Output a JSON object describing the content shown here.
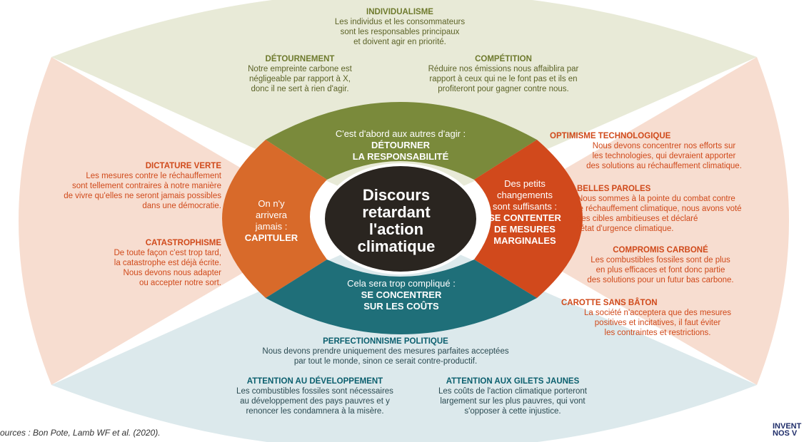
{
  "colors": {
    "top_zone": "#e8ead7",
    "bottom_zone": "#dce9ec",
    "side_zone": "#f7ddd0",
    "ring_top": "#7a8a3b",
    "ring_left": "#d86a2a",
    "ring_right": "#d1491c",
    "ring_bottom": "#1f6f79",
    "center": "#2a2520"
  },
  "center": {
    "title": "Discours\nretardant\nl'action\nclimatique"
  },
  "ring": {
    "top": {
      "normal": "C'est d'abord aux autres d'agir :",
      "strong": "DÉTOURNER\nLA RESPONSABILITÉ"
    },
    "left": {
      "normal": "On n'y\narrivera\njamais :",
      "strong": "CAPITULER"
    },
    "right": {
      "normal": "Des petits\nchangements\nsont suffisants :",
      "strong": "SE CONTENTER\nDE MESURES\nMARGINALES"
    },
    "bottom": {
      "normal": "Cela sera trop compliqué :",
      "strong": "SE CONCENTRER\nSUR LES COÛTS"
    }
  },
  "blocks": {
    "individualisme": {
      "heading": "INDIVIDUALISME",
      "body": "Les individus et les consommateurs\nsont les responsables principaux\net doivent agir en priorité."
    },
    "detournement": {
      "heading": "DÉTOURNEMENT",
      "body": "Notre empreinte carbone est\nnégligeable par rapport à X,\ndonc il ne sert à rien d'agir."
    },
    "competition": {
      "heading": "COMPÉTITION",
      "body": "Réduire nos émissions nous affaiblira par\nrapport à ceux qui ne le font pas et ils en\nprofiteront pour gagner contre nous."
    },
    "dictature": {
      "heading": "DICTATURE VERTE",
      "body": "Les mesures contre le réchauffement\nsont tellement contraires à notre manière\nde vivre qu'elles ne seront jamais possibles\ndans une démocratie."
    },
    "catastrophisme": {
      "heading": "CATASTROPHISME",
      "body": "De toute façon c'est trop tard,\nla catastrophe est déjà écrite.\nNous devons nous adapter\nou accepter notre sort."
    },
    "optimisme": {
      "heading": "OPTIMISME TECHNOLOGIQUE",
      "body": "Nous devons concentrer nos efforts sur\nles technologies, qui devraient apporter\ndes solutions au réchauffement climatique."
    },
    "belles": {
      "heading": "BELLES PAROLES",
      "body": "Nous sommes à la pointe du combat contre\nle réchauffement climatique, nous avons voté\ndes cibles ambitieuses et déclaré\nl'état d'urgence climatique."
    },
    "compromis": {
      "heading": "COMPROMIS CARBONÉ",
      "body": "Les combustibles fossiles sont de plus\nen plus efficaces et font donc partie\ndes solutions pour un futur bas carbone."
    },
    "carotte": {
      "heading": "CAROTTE SANS BÂTON",
      "body": "La société n'acceptera que des mesures\npositives et incitatives, il faut éviter\nles contraintes et restrictions."
    },
    "perfectionnisme": {
      "heading": "PERFECTIONNISME POLITIQUE",
      "body": "Nous devons prendre uniquement des mesures parfaites acceptées\npar tout le monde, sinon ce serait contre-productif."
    },
    "developpement": {
      "heading": "ATTENTION AU DÉVELOPPEMENT",
      "body": "Les combustibles fossiles sont nécessaires\nau développement des pays pauvres et y\nrenoncer les condamnera à la misère."
    },
    "gilets": {
      "heading": "ATTENTION AUX GILETS JAUNES",
      "body": "Les coûts de l'action climatique porteront\nlargement sur les plus pauvres, qui vont\ns'opposer à cette injustice."
    }
  },
  "footer": {
    "sources": "ources : Bon Pote, Lamb WF et al. (2020).",
    "logo": "INVENT\nNOS V"
  }
}
